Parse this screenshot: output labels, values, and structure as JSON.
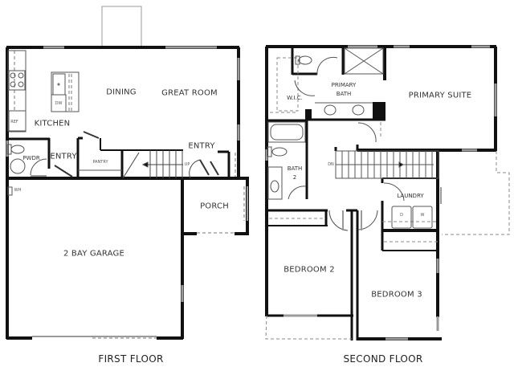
{
  "first_floor": {
    "title": "FIRST FLOOR",
    "rooms": {
      "kitchen": "KITCHEN",
      "dining": "DINING",
      "great_room": "GREAT ROOM",
      "entry_left": "ENTRY",
      "entry_right": "ENTRY",
      "pwdr": "PWDR",
      "pantry": "PANTRY",
      "porch": "PORCH",
      "garage": "2 BAY GARAGE"
    },
    "fixtures": {
      "dw": "DW",
      "ref": "REF",
      "wh": "WH",
      "stair_up": "UP"
    }
  },
  "second_floor": {
    "title": "SECOND FLOOR",
    "rooms": {
      "wic": "W.I.C.",
      "primary_bath_1": "PRIMARY",
      "primary_bath_2": "BATH",
      "primary_suite": "PRIMARY SUITE",
      "bath2_1": "BATH",
      "bath2_2": "2",
      "laundry": "LAUNDRY",
      "bedroom2": "BEDROOM 2",
      "bedroom3": "BEDROOM 3"
    },
    "fixtures": {
      "dryer": "D",
      "washer": "W",
      "stair_down": "DN"
    }
  },
  "colors": {
    "wall": "#111111",
    "window": "#9a9a9a",
    "dashed": "#888888",
    "text": "#333333"
  }
}
